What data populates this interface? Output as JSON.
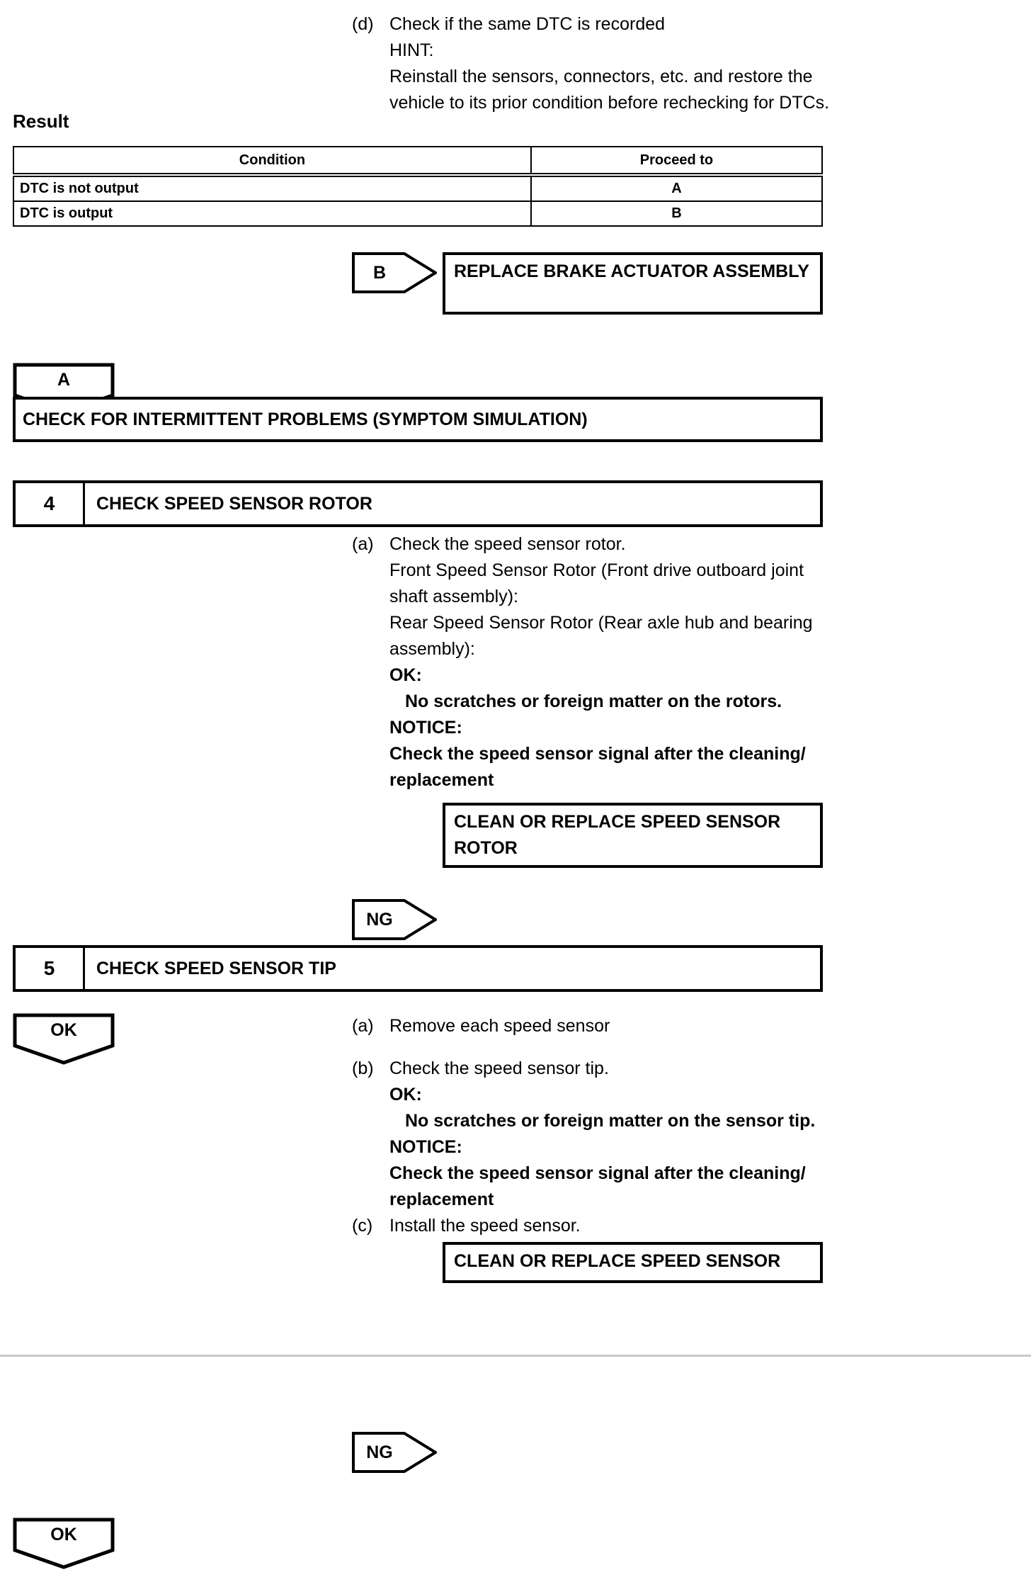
{
  "colors": {
    "ink": "#000000",
    "paper": "#ffffff",
    "footer_rule": "#c8c8c8"
  },
  "instruction_d": {
    "label": "(d)",
    "text": "Check if the same DTC is recorded",
    "hint_label": "HINT:",
    "hint_lines": [
      "Reinstall the sensors, connectors, etc. and restore the",
      "vehicle to its prior condition before rechecking for DTCs."
    ]
  },
  "result": {
    "heading": "Result",
    "table": {
      "col_condition": "Condition",
      "col_proceed": "Proceed to",
      "rows": [
        {
          "condition": "DTC is not output",
          "proceed": "A"
        },
        {
          "condition": "DTC is output",
          "proceed": "B"
        }
      ]
    }
  },
  "branch_b": {
    "connector": "B",
    "action": "REPLACE BRAKE ACTUATOR ASSEMBLY"
  },
  "connector_a": "A",
  "intermittent": {
    "title": "CHECK FOR INTERMITTENT PROBLEMS (SYMPTOM SIMULATION)"
  },
  "step4": {
    "number": "4",
    "title": "CHECK SPEED SENSOR ROTOR",
    "item_a": {
      "label": "(a)",
      "lines": [
        "Check the speed sensor rotor.",
        "Front Speed Sensor Rotor (Front drive outboard joint",
        "shaft assembly):",
        "Rear Speed Sensor Rotor (Rear axle hub and bearing",
        "assembly):"
      ]
    },
    "ok_label": "OK:",
    "ok_text": "No scratches or foreign matter on the rotors.",
    "notice_label": "NOTICE:",
    "notice_lines": [
      "Check the speed sensor signal after the cleaning/",
      "replacement"
    ],
    "ng": {
      "connector": "NG",
      "action_line1": "CLEAN OR REPLACE SPEED SENSOR",
      "action_line2": "ROTOR"
    },
    "ok_connector": "OK"
  },
  "step5": {
    "number": "5",
    "title": "CHECK SPEED SENSOR TIP",
    "item_a": {
      "label": "(a)",
      "text": "Remove each speed sensor"
    },
    "item_b": {
      "label": "(b)",
      "text": "Check the speed sensor tip."
    },
    "ok_label": "OK:",
    "ok_text": "No scratches or foreign matter on the sensor tip.",
    "notice_label": "NOTICE:",
    "notice_lines": [
      "Check the speed sensor signal after the cleaning/",
      "replacement"
    ],
    "item_c": {
      "label": "(c)",
      "text": "Install the speed sensor."
    },
    "ng": {
      "connector": "NG",
      "action": "CLEAN OR REPLACE SPEED SENSOR"
    },
    "ok_connector": "OK"
  }
}
